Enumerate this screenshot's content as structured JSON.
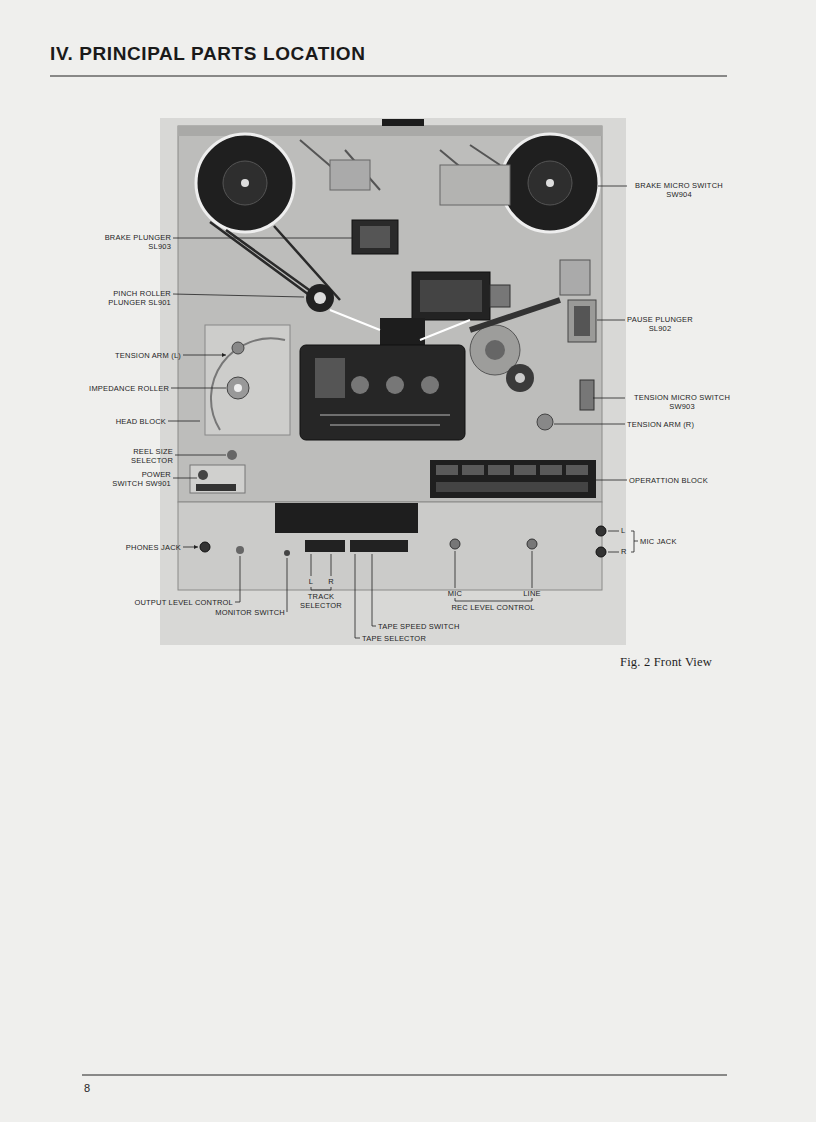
{
  "diagram": {
    "title": "IV. PRINCIPAL PARTS LOCATION",
    "caption": "Fig. 2 Front View",
    "labels": [
      "BRAKE PLUNGER SL903",
      "PINCH ROLLER PLUNGER SL901",
      "TENSION ARM (L)",
      "IMPEDANCE ROLLER",
      "HEAD BLOCK",
      "REEL SIZE SELECTOR",
      "POWER SWITCH SW901",
      "PHONES JACK",
      "OUTPUT LEVEL CONTROL",
      "MONITOR SWITCH",
      "L",
      "R",
      "TRACK SELECTOR",
      "TAPE SPEED SWITCH",
      "TAPE SELECTOR",
      "MIC",
      "LINE",
      "REC LEVEL CONTROL",
      "BRAKE MICRO SWITCH SW904",
      "PAUSE PLUNGER SL902",
      "TENSION MICRO SWITCH SW903",
      "TENSION ARM (R)",
      "OPERATTION BLOCK",
      "L",
      "R",
      "MIC JACK",
      "8"
    ]
  }
}
